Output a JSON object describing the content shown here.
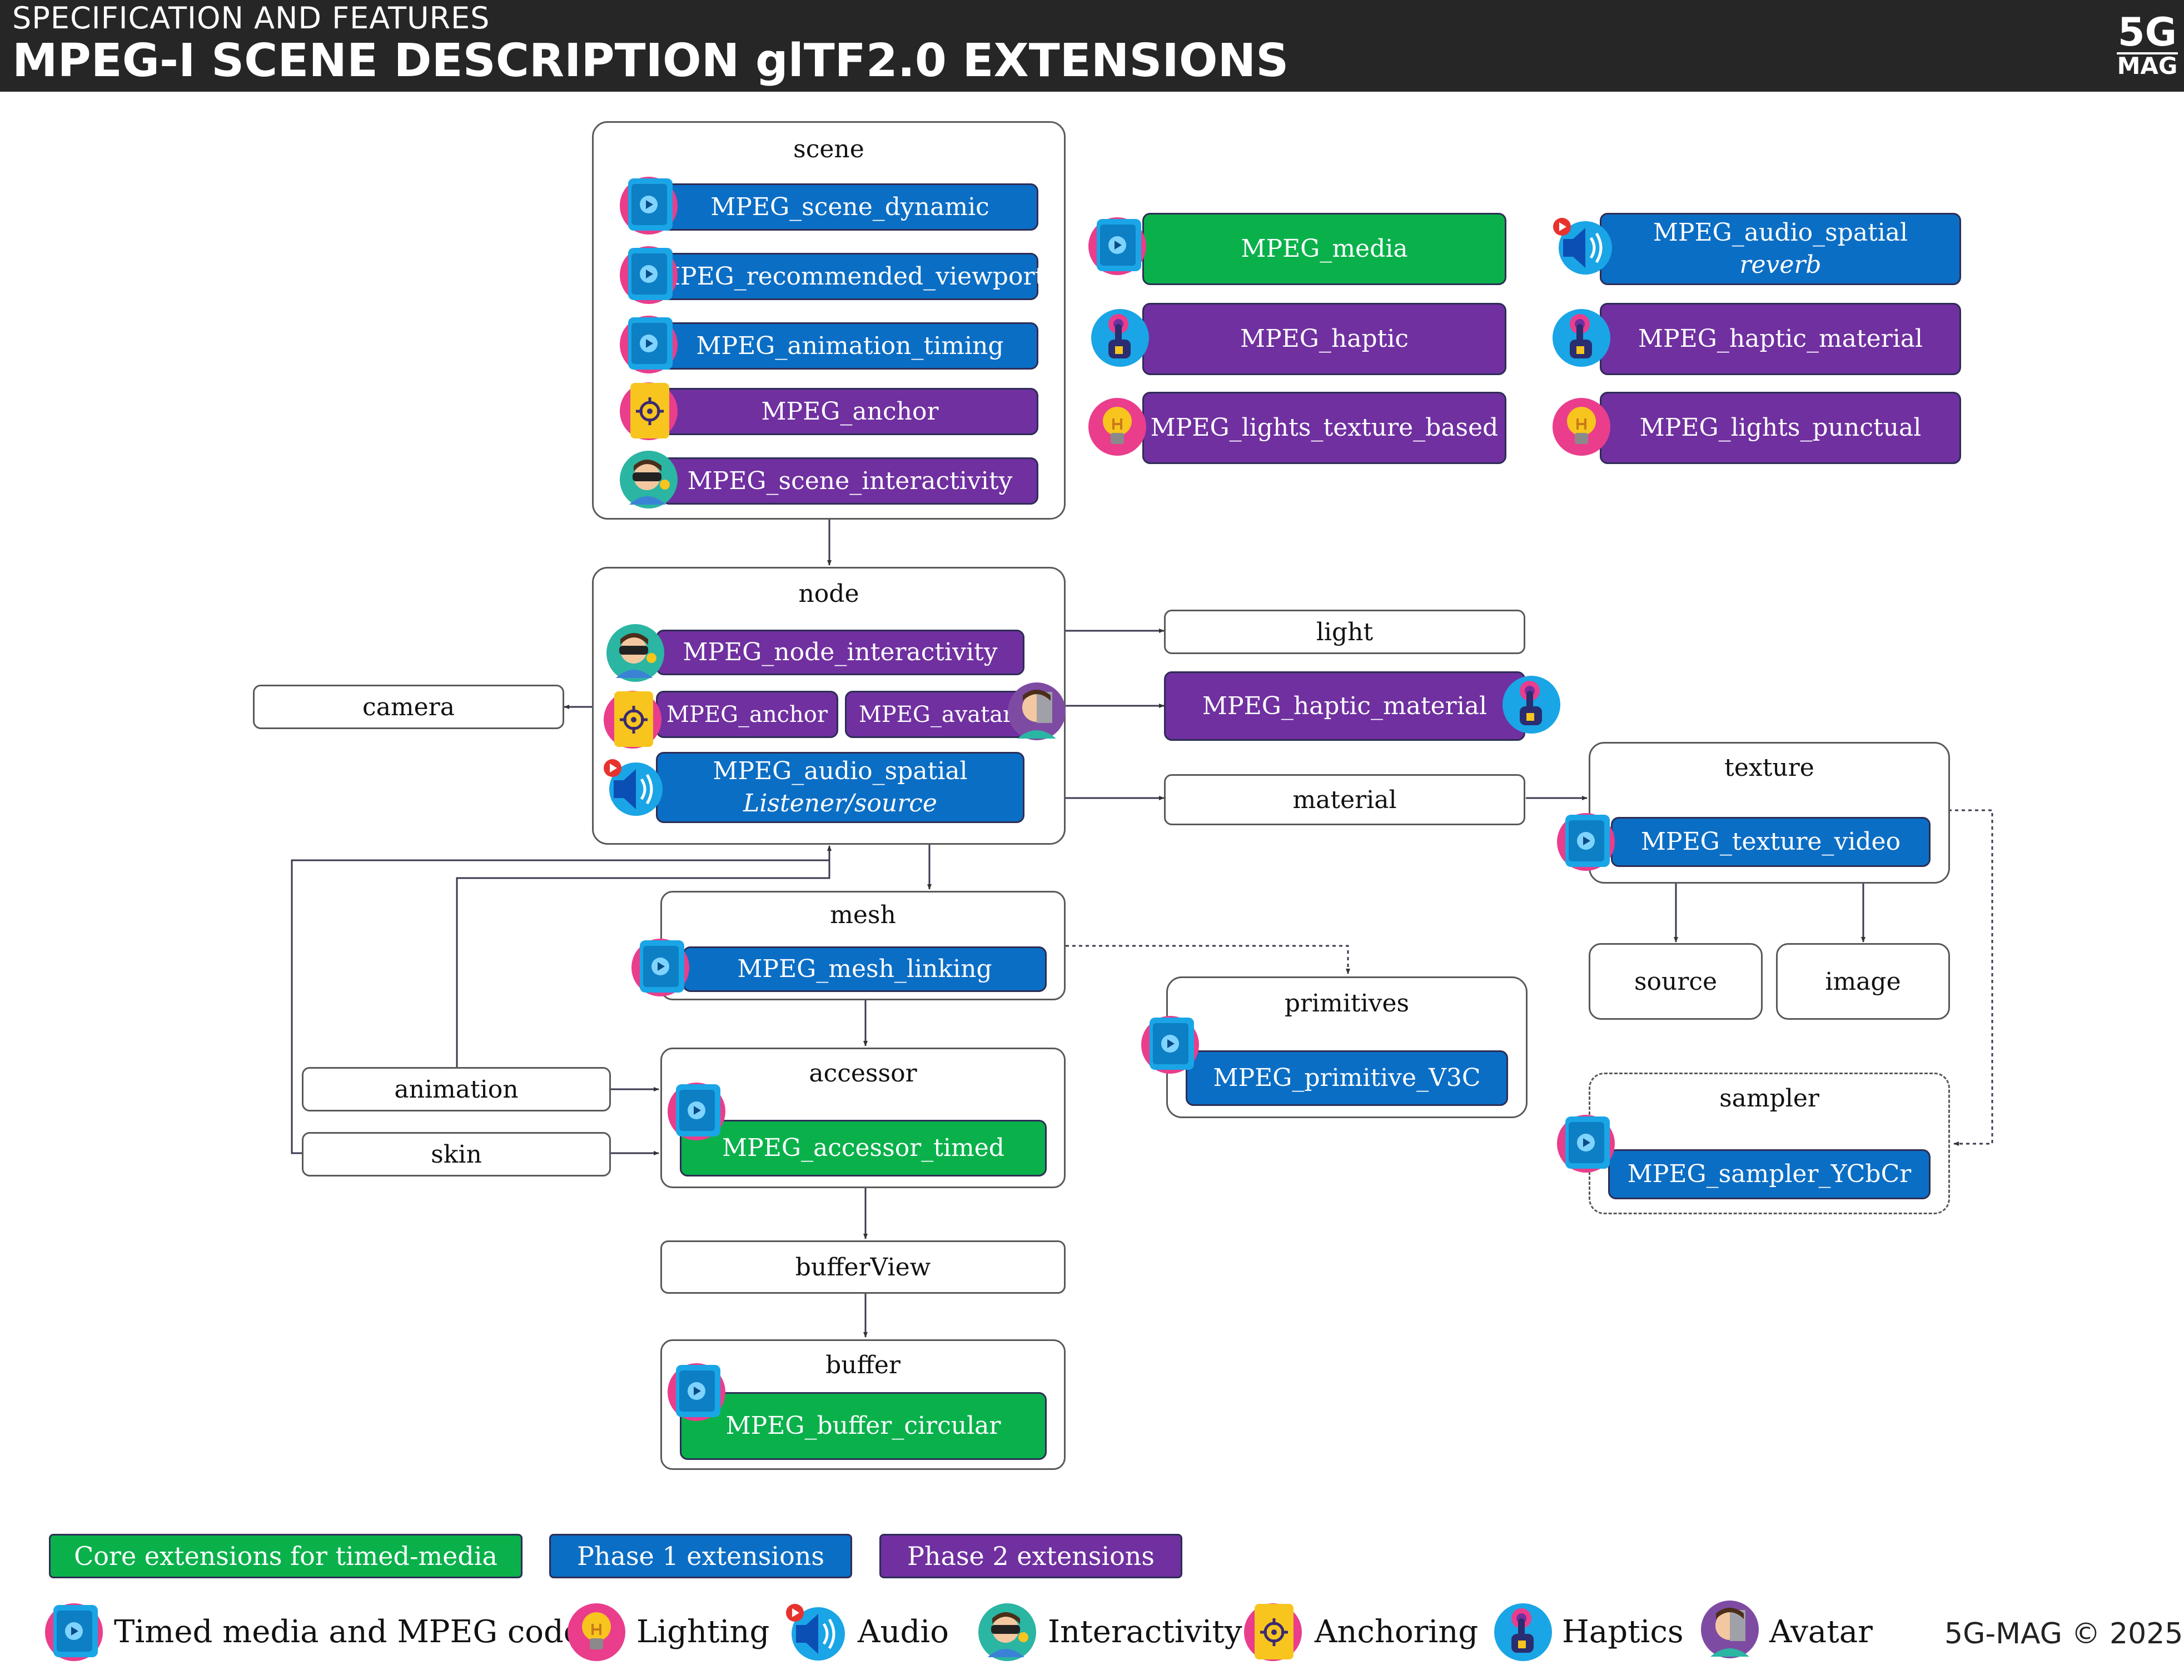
{
  "header": {
    "subtitle": "SPECIFICATION AND FEATURES",
    "title": "MPEG-I SCENE DESCRIPTION glTF2.0 EXTENSIONS"
  },
  "logo": {
    "line1": "5G",
    "line2": "MAG"
  },
  "colors": {
    "core": "#0ab14b",
    "phase1": "#0b6ec5",
    "phase2": "#7030a0",
    "header": "#262626"
  },
  "boxes": {
    "scene": "scene",
    "node": "node",
    "mesh": "mesh",
    "accessor": "accessor",
    "buffer": "buffer",
    "bufferView": "bufferView",
    "primitives": "primitives",
    "texture": "texture",
    "sampler": "sampler",
    "light": "light",
    "material": "material",
    "camera": "camera",
    "animation": "animation",
    "skin": "skin",
    "source": "source",
    "image": "image"
  },
  "extensions": {
    "scene_dynamic": "MPEG_scene_dynamic",
    "recommended_viewport": "MPEG_recommended_viewport",
    "animation_timing": "MPEG_animation_timing",
    "scene_anchor": "MPEG_anchor",
    "scene_interactivity": "MPEG_scene_interactivity",
    "media": "MPEG_media",
    "haptic": "MPEG_haptic",
    "lights_texture_based": "MPEG_lights_texture_based",
    "audio_spatial_reverb": {
      "line1": "MPEG_audio_spatial",
      "line2": "reverb"
    },
    "haptic_material_top": "MPEG_haptic_material",
    "lights_punctual": "MPEG_lights_punctual",
    "node_interactivity": "MPEG_node_interactivity",
    "node_anchor": "MPEG_anchor",
    "node_avatar": "MPEG_avatar",
    "node_audio_spatial": {
      "line1": "MPEG_audio_spatial",
      "line2": "Listener/source"
    },
    "haptic_material_node": "MPEG_haptic_material",
    "texture_video": "MPEG_texture_video",
    "mesh_linking": "MPEG_mesh_linking",
    "primitive_v3c": "MPEG_primitive_V3C",
    "accessor_timed": "MPEG_accessor_timed",
    "buffer_circular": "MPEG_buffer_circular",
    "sampler_ycbcr": "MPEG_sampler_YCbCr"
  },
  "legend": {
    "core": "Core extensions for timed-media",
    "phase1": "Phase 1 extensions",
    "phase2": "Phase 2 extensions",
    "timed_media": "Timed media and MPEG codecs",
    "lighting": "Lighting",
    "audio": "Audio",
    "interactivity": "Interactivity",
    "anchoring": "Anchoring",
    "haptics": "Haptics",
    "avatar": "Avatar"
  },
  "copyright": "5G-MAG © 2025"
}
